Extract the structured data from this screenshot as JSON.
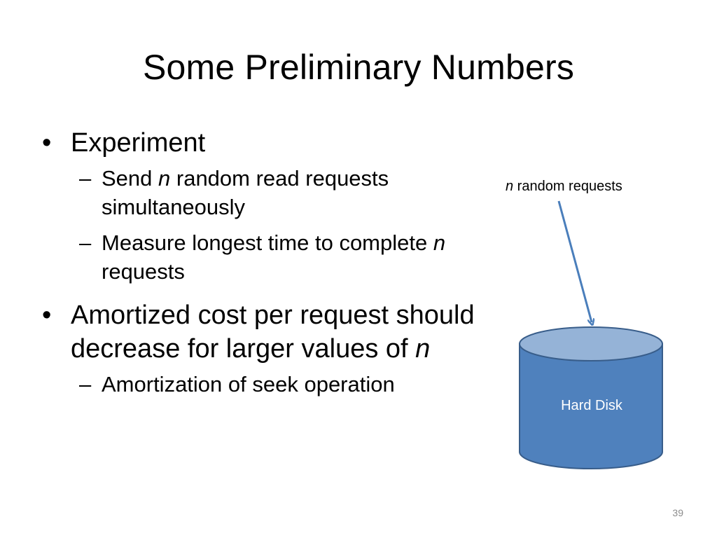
{
  "slide": {
    "title": "Some Preliminary Numbers",
    "bullet_char": "•",
    "dash_char": "–",
    "bullets": [
      {
        "text": "Experiment",
        "sub": [
          {
            "pre": "Send ",
            "em": "n",
            "post": " random read requests simultaneously"
          },
          {
            "pre": "Measure longest time to complete ",
            "em": "n",
            "post": " requests"
          }
        ]
      },
      {
        "pre": "Amortized cost per request should decrease for larger values of ",
        "em": "n",
        "sub": [
          {
            "text": "Amortization of seek operation"
          }
        ]
      }
    ],
    "diagram": {
      "arrow_label_em": "n",
      "arrow_label_rest": " random requests",
      "disk_label": "Hard Disk",
      "colors": {
        "cylinder_body": "#4f81bd",
        "cylinder_top": "#95b3d7",
        "cylinder_outline": "#385d8a",
        "arrow": "#4a7ebb"
      }
    },
    "page_number": "39"
  }
}
